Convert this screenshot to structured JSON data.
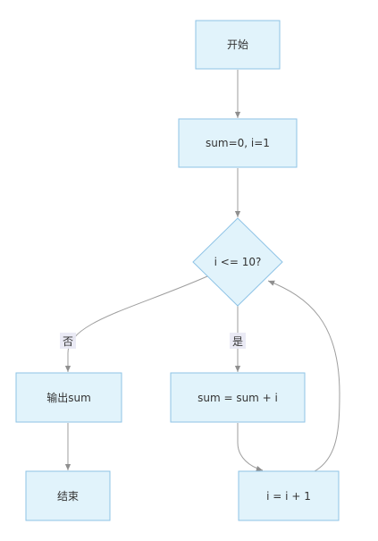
{
  "colors": {
    "node_fill": "#e1f3fb",
    "node_stroke": "#8ec3e6",
    "edge": "#9e9e9e",
    "edge_label_bg": "#e8e8f4",
    "text": "#333333"
  },
  "nodes": {
    "start": "开始",
    "init": "sum=0, i=1",
    "condition": "i <= 10?",
    "output": "输出sum",
    "accumulate": "sum = sum + i",
    "end": "结束",
    "increment": "i = i + 1"
  },
  "edges": {
    "no_label": "否",
    "yes_label": "是"
  }
}
